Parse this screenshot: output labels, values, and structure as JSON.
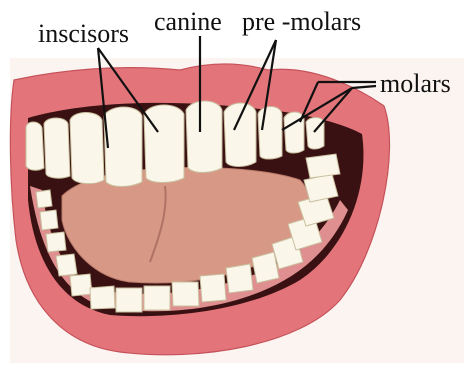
{
  "labels": {
    "incisors": "inscisors",
    "canine": "canine",
    "premolars": "pre -molars",
    "molars": "molars"
  },
  "colors": {
    "lip": "#e3757a",
    "lip_shadow": "#c5525a",
    "mouth_interior": "#3a1112",
    "gum": "#df8f8f",
    "tongue": "#d79885",
    "tooth": "#faf7ea",
    "tooth_shadow": "#e6dcc0",
    "leader_line": "#111111",
    "label_text": "#111111"
  }
}
